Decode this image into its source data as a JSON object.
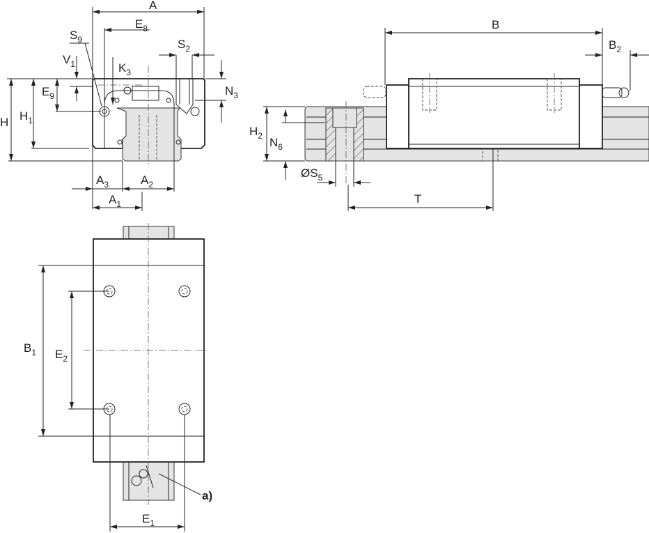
{
  "labels": {
    "A": {
      "main": "A",
      "sub": ""
    },
    "E8": {
      "main": "E",
      "sub": "8"
    },
    "S9": {
      "main": "S",
      "sub": "9"
    },
    "V1": {
      "main": "V",
      "sub": "1"
    },
    "K3": {
      "main": "K",
      "sub": "3"
    },
    "S2": {
      "main": "S",
      "sub": "2"
    },
    "N3": {
      "main": "N",
      "sub": "3"
    },
    "E9": {
      "main": "E",
      "sub": "9"
    },
    "H": {
      "main": "H",
      "sub": ""
    },
    "H1": {
      "main": "H",
      "sub": "1"
    },
    "A3": {
      "main": "A",
      "sub": "3"
    },
    "A2": {
      "main": "A",
      "sub": "2"
    },
    "A1": {
      "main": "A",
      "sub": "1"
    },
    "B": {
      "main": "B",
      "sub": ""
    },
    "B2": {
      "main": "B",
      "sub": "2"
    },
    "H2": {
      "main": "H",
      "sub": "2"
    },
    "N6": {
      "main": "N",
      "sub": "6"
    },
    "S5": {
      "main": "ØS",
      "sub": "5"
    },
    "T": {
      "main": "T",
      "sub": ""
    },
    "B1": {
      "main": "B",
      "sub": "1"
    },
    "E2": {
      "main": "E",
      "sub": "2"
    },
    "E1": {
      "main": "E",
      "sub": "1"
    },
    "a": {
      "main": "a)",
      "sub": ""
    }
  },
  "colors": {
    "line": "#222222",
    "rail": "#e4e4e4"
  }
}
